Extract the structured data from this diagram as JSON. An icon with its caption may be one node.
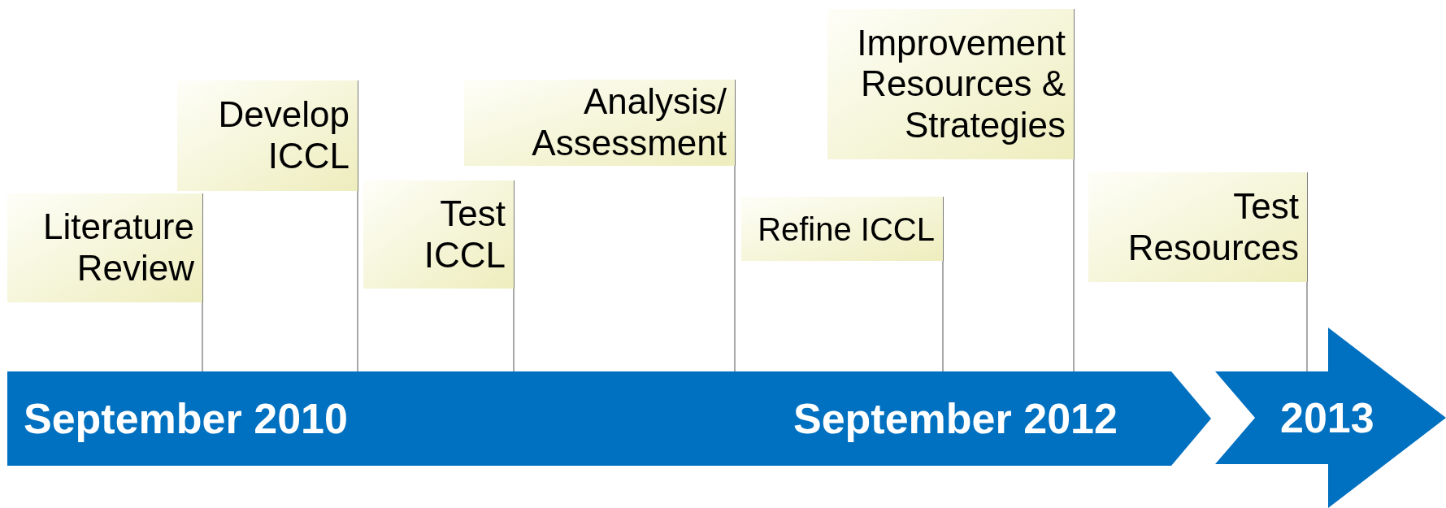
{
  "diagram": {
    "nodes": [
      {
        "text": [
          "Literature Review"
        ]
      },
      {
        "text": [
          "Develop ICCL"
        ]
      },
      {
        "text": [
          "Test ICCL"
        ]
      },
      {
        "text": [
          "Analysis/ Assessment"
        ]
      },
      {
        "text": [
          "Refine ICCL"
        ]
      },
      {
        "text": [
          "Improvement Resources & Strategies"
        ]
      },
      {
        "text": [
          "Test Resources"
        ]
      },
      {
        "text": [
          "September 2010",
          "September 2012"
        ]
      },
      {
        "text": [
          "2013"
        ]
      }
    ],
    "edges": [
      {
        "from": 0,
        "to": 7,
        "arrow": "none"
      },
      {
        "from": 1,
        "to": 7,
        "arrow": "none"
      },
      {
        "from": 2,
        "to": 7,
        "arrow": "none"
      },
      {
        "from": 3,
        "to": 7,
        "arrow": "none"
      },
      {
        "from": 4,
        "to": 7,
        "arrow": "none"
      },
      {
        "from": 5,
        "to": 7,
        "arrow": "none"
      },
      {
        "from": 6,
        "to": 8,
        "arrow": "none"
      }
    ]
  }
}
